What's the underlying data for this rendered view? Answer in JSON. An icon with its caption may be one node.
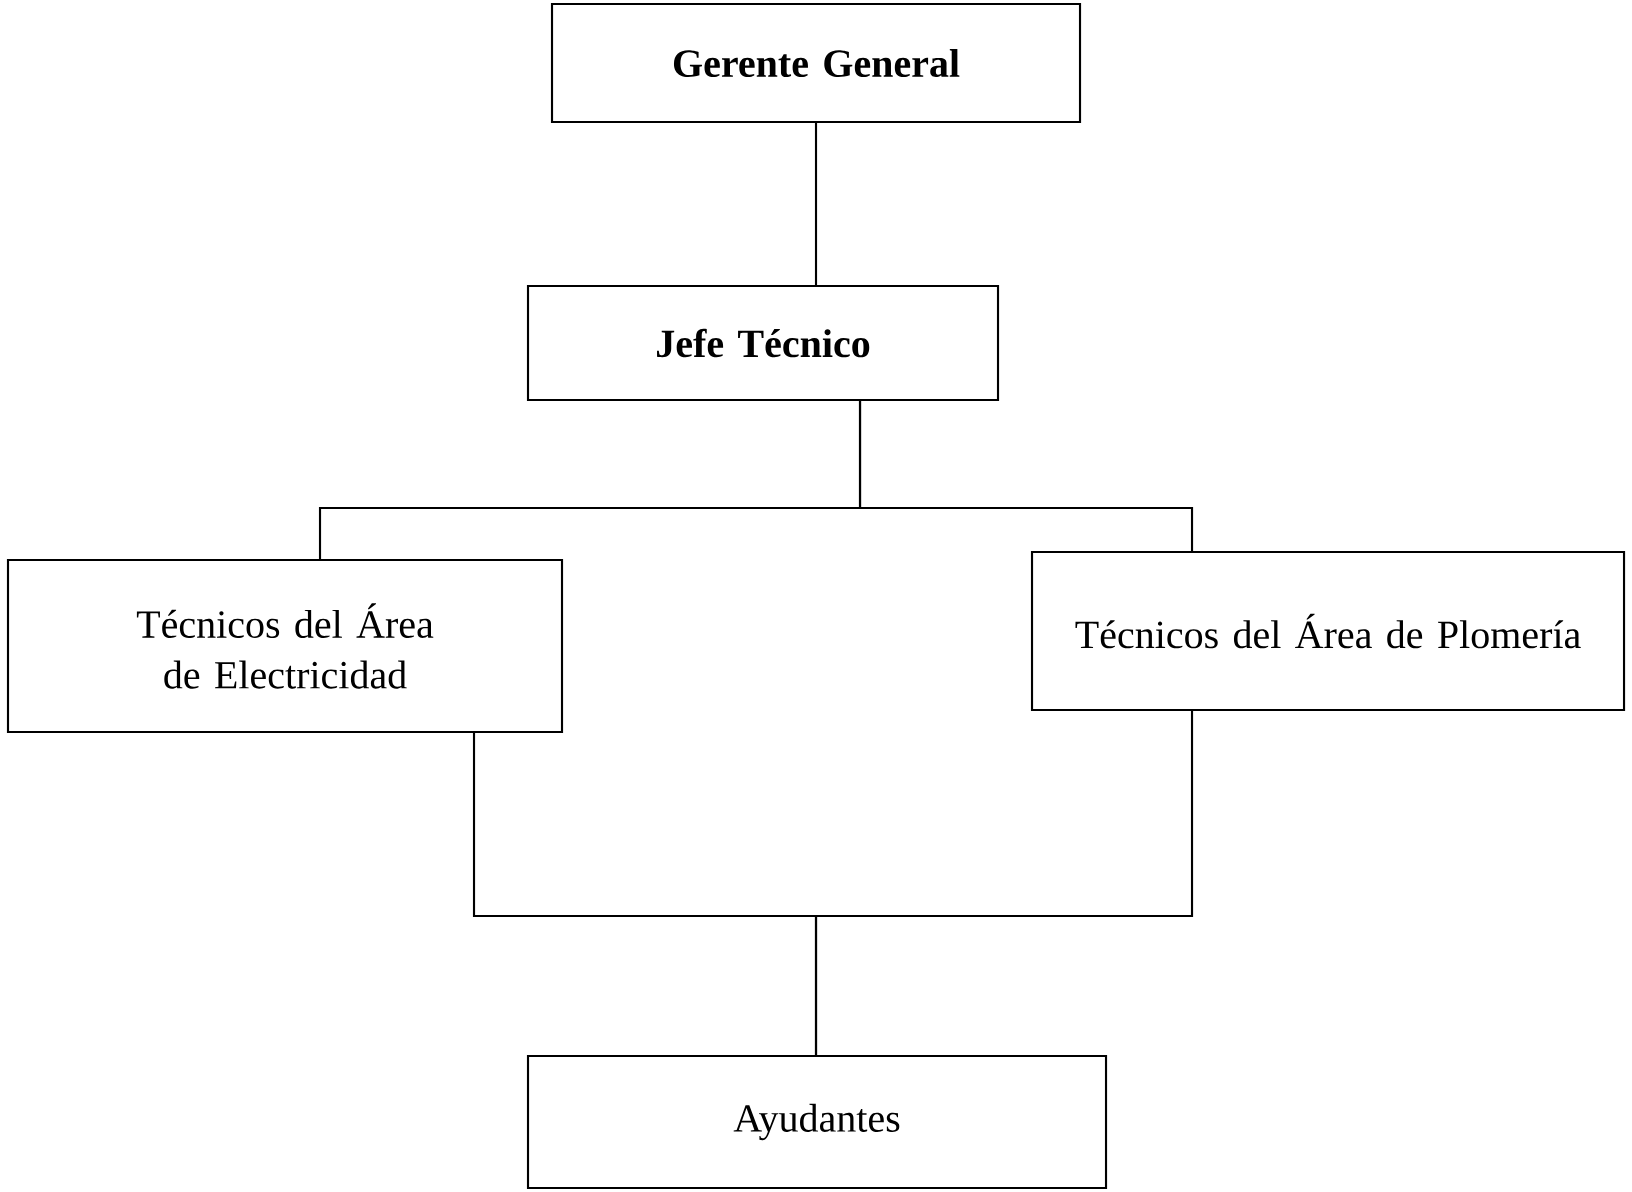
{
  "diagram": {
    "nodes": [
      {
        "text": [
          "**Gerente General**"
        ]
      },
      {
        "text": [
          "**Jefe Técnico**"
        ]
      },
      {
        "text": [
          "Técnicos del Área de Electricidad"
        ]
      },
      {
        "text": [
          "Técnicos del Área de Plomería"
        ]
      },
      {
        "text": [
          "Ayudantes"
        ]
      }
    ],
    "edges": [
      {
        "from": 0,
        "to": 1,
        "arrow": "none"
      },
      {
        "from": 1,
        "to": 2,
        "arrow": "none"
      },
      {
        "from": 1,
        "to": 3,
        "arrow": "none"
      },
      {
        "from": 2,
        "to": 4,
        "arrow": "none"
      },
      {
        "from": 3,
        "to": 4,
        "arrow": "none"
      }
    ]
  }
}
